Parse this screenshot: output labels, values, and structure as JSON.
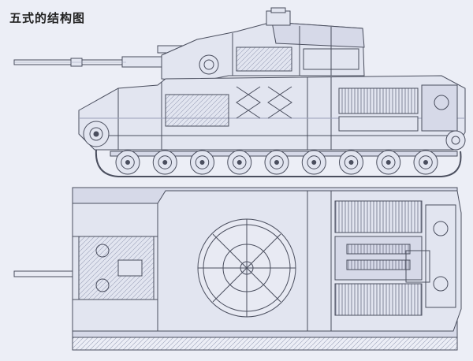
{
  "caption": "五式的结构图",
  "colors": {
    "paper": "#eceef6",
    "ink": "#4a4e5e",
    "ink_light": "#9aa0b8",
    "fill": "#e2e5f0",
    "fill_dark": "#d0d4e4"
  },
  "views": [
    {
      "name": "side-elevation",
      "road_wheels": 9
    },
    {
      "name": "top-plan"
    }
  ]
}
